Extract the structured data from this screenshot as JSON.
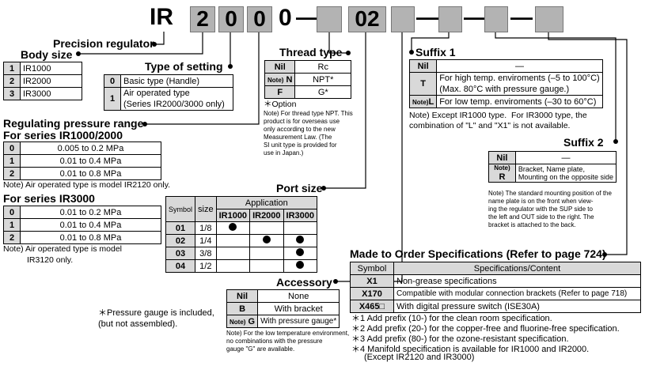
{
  "code": {
    "prefix": "IR",
    "d1": "2",
    "d2": "0",
    "d3": "0",
    "d4": "0",
    "dash": "—",
    "port": "02"
  },
  "precision_regulator": "Precision regulator",
  "body_size": {
    "title": "Body size",
    "rows": [
      [
        "1",
        "IR1000"
      ],
      [
        "2",
        "IR2000"
      ],
      [
        "3",
        "IR3000"
      ]
    ]
  },
  "type_of_setting": {
    "title": "Type of setting",
    "rows": [
      [
        "0",
        "Basic type (Handle)"
      ],
      [
        "1",
        "Air operated type\n(Series IR2000/3000 only)"
      ]
    ]
  },
  "pressure_range": {
    "title": "Regulating pressure range",
    "series_a_title": "For series IR1000/2000",
    "series_a_rows": [
      [
        "0",
        "0.005 to 0.2 MPa"
      ],
      [
        "1",
        "0.01 to 0.4 MPa"
      ],
      [
        "2",
        "0.01 to 0.8 MPa"
      ]
    ],
    "series_a_note": "Note) Air operated type is model IR2120 only.",
    "series_b_title": "For series IR3000",
    "series_b_rows": [
      [
        "0",
        "0.01 to 0.2 MPa"
      ],
      [
        "1",
        "0.01 to 0.4 MPa"
      ],
      [
        "2",
        "0.01 to 0.8 MPa"
      ]
    ],
    "series_b_note1": "Note) Air operated type is model",
    "series_b_note2": "IR3120 only."
  },
  "thread_type": {
    "title": "Thread type",
    "rows": [
      [
        "Nil",
        "",
        "Rc"
      ],
      [
        "N",
        "Note)",
        "NPT*"
      ],
      [
        "F",
        "",
        "G*"
      ]
    ],
    "option": "＊Option",
    "note": "Note) For thread type NPT. This\nproduct is for overseas use\nonly according to the new\nMeasurement Law. (The\nSI unit type is provided for\nuse in Japan.)"
  },
  "port_size": {
    "title": "Port size",
    "symbol_header": "Symbol",
    "size_header": "size",
    "application_header": "Application",
    "models": [
      "IR1000",
      "IR2000",
      "IR3000"
    ],
    "rows": [
      {
        "symbol": "01",
        "size": "1/8",
        "apps": [
          true,
          false,
          false
        ]
      },
      {
        "symbol": "02",
        "size": "1/4",
        "apps": [
          false,
          true,
          true
        ]
      },
      {
        "symbol": "03",
        "size": "3/8",
        "apps": [
          false,
          false,
          true
        ]
      },
      {
        "symbol": "04",
        "size": "1/2",
        "apps": [
          false,
          false,
          true
        ]
      }
    ]
  },
  "accessory": {
    "title": "Accessory",
    "rows": [
      [
        "Nil",
        "",
        "None"
      ],
      [
        "B",
        "",
        "With bracket"
      ],
      [
        "G",
        "Note)",
        "With pressure gauge*"
      ]
    ],
    "note": "Note) For the low temperature environment,\nno combinations with the pressure\ngauge \"G\" are available.",
    "gauge_note": "＊Pressure gauge is included,\n(but not assembled)."
  },
  "suffix1": {
    "title": "Suffix 1",
    "rows": [
      [
        "Nil",
        "",
        "—"
      ],
      [
        "T",
        "",
        "For high temp. enviroments (–5 to 100°C)\n(Max. 80°C with pressure gauge.)"
      ],
      [
        "L",
        "Note)",
        "For low temp. enviroments (–30 to 60°C)"
      ]
    ],
    "note": "Note) Except IR1000 type.  For IR3000 type, the\ncombination of \"L\" and \"X1\" is not available."
  },
  "suffix2": {
    "title": "Suffix 2",
    "rows": [
      [
        "Nil",
        "",
        "—"
      ],
      [
        "R",
        "Note)",
        "Bracket, Name plate,\nMounting on the opposite side"
      ]
    ],
    "note": "Note) The standard mounting position of the\nname plate is on the front when view-\ning the regulator with the SUP side to\nthe left and OUT side to the right. The\nbracket is attached to the back."
  },
  "made_to_order": {
    "title": "Made to Order Specifications (Refer to page 724)",
    "headers": [
      "Symbol",
      "Specifications/Content"
    ],
    "rows": [
      [
        "X1",
        "Non-grease specifications"
      ],
      [
        "X170",
        "Compatible with modular connection brackets (Refer to page 718)"
      ],
      [
        "X465□",
        "With digital pressure switch (ISE30A)"
      ]
    ],
    "notes": [
      "＊1 Add prefix (10-) for the clean room specification.",
      "＊2 Add prefix (20-) for the copper-free and fluorine-free specification.",
      "＊3 Add prefix (80-) for the ozone-resistant specification.",
      "＊4 Manifold specification is available for IR1000 and IR2000.",
      "(Except IR2120 and IR3000)"
    ]
  }
}
